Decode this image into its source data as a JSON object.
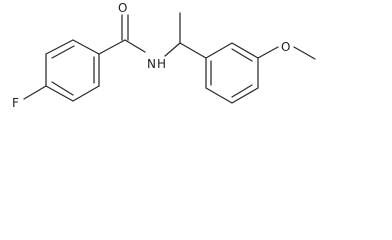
{
  "molecule": {
    "atoms": {
      "F": "F",
      "O_carbonyl": "O",
      "N": "N",
      "H": "H",
      "O_methoxy": "O"
    },
    "bond_color": "#2a2a2a",
    "label_color": "#1e1e1e"
  }
}
